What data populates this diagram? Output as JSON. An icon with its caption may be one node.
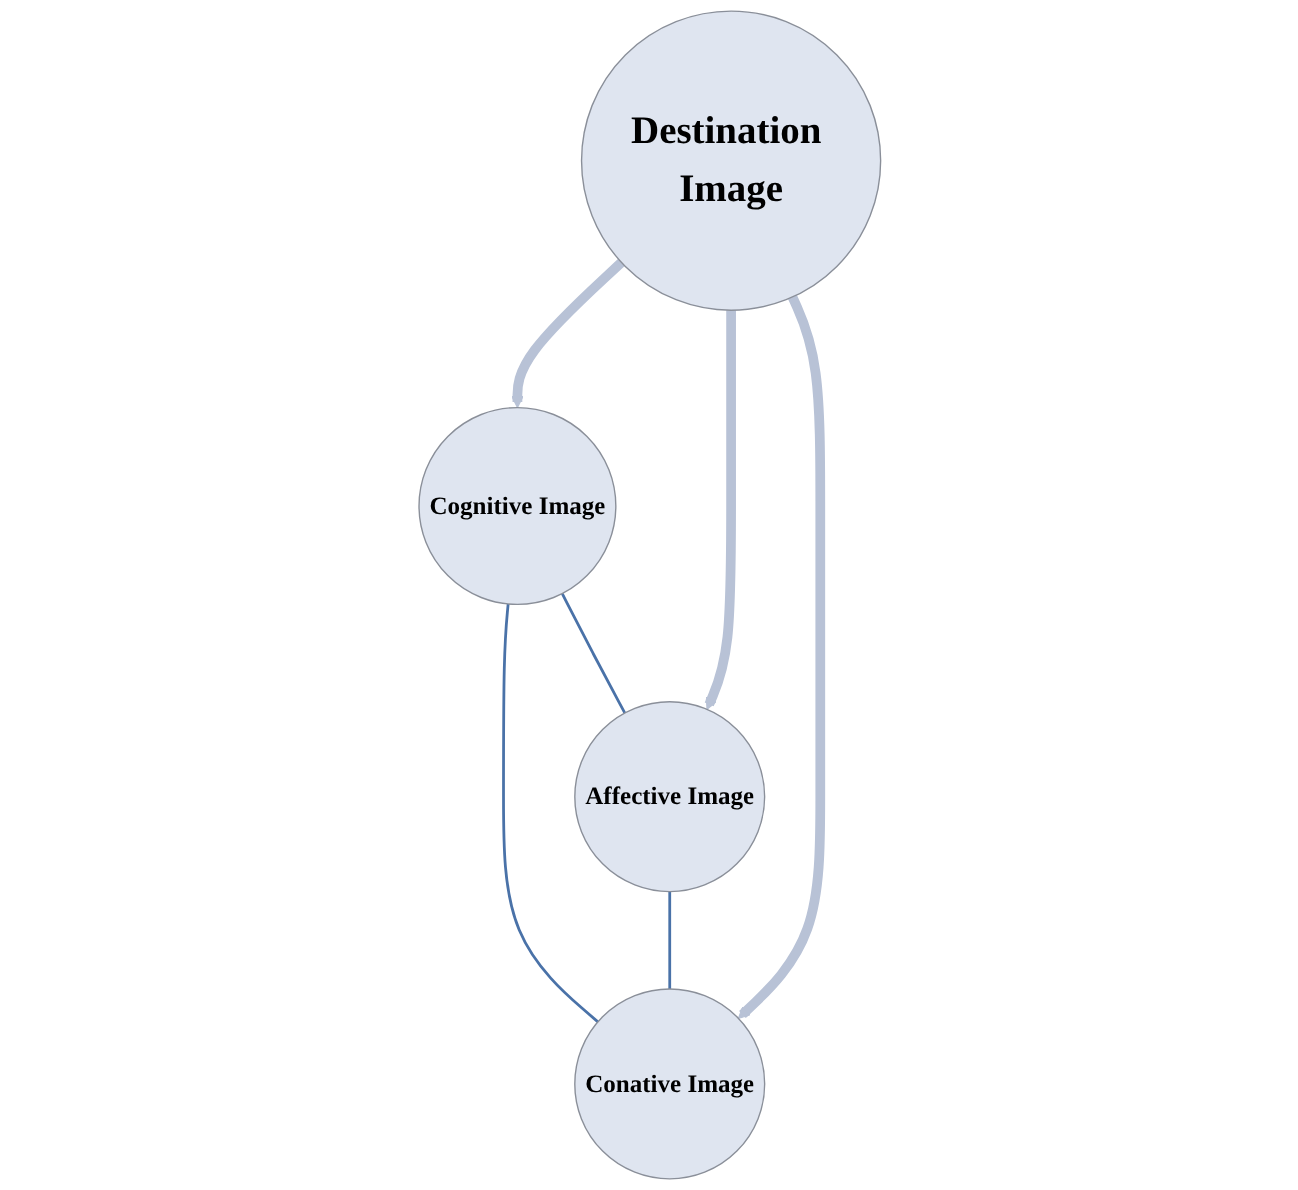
{
  "diagram": {
    "nodes": [
      {
        "text": [
          "Destination Image"
        ]
      },
      {
        "text": [
          "Cognitive Image"
        ]
      },
      {
        "text": [
          "Conative Image"
        ]
      },
      {
        "text": [
          "Affective Image"
        ]
      }
    ],
    "edges": [
      {
        "from": 0,
        "to": 1,
        "arrow": "to",
        "style": "thick"
      },
      {
        "from": 0,
        "to": 3,
        "arrow": "to",
        "style": "thick"
      },
      {
        "from": 0,
        "to": 2,
        "arrow": "to",
        "style": "thick"
      },
      {
        "from": 1,
        "to": 2,
        "arrow": "none",
        "color": "#4a72a8"
      },
      {
        "from": 1,
        "to": 3,
        "arrow": "none",
        "color": "#4a72a8"
      },
      {
        "from": 3,
        "to": 2,
        "arrow": "none",
        "color": "#4a72a8"
      }
    ]
  }
}
